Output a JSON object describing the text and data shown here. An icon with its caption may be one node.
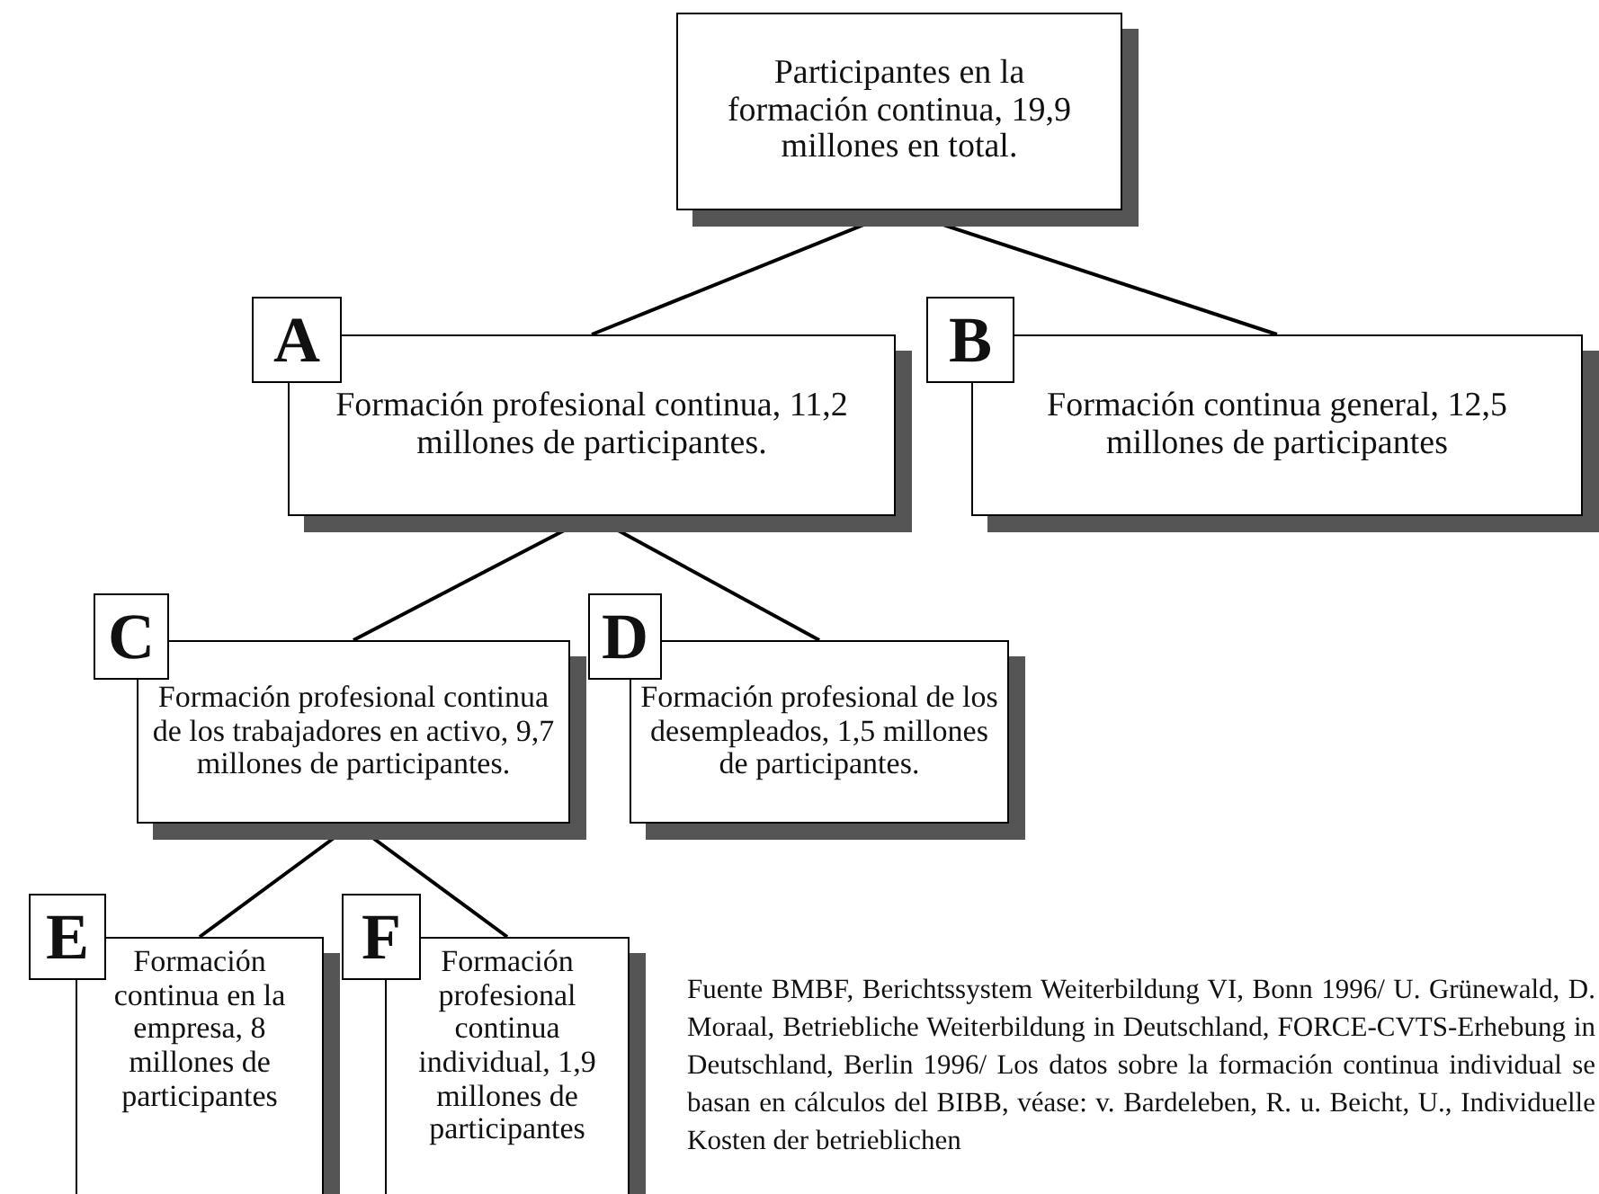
{
  "diagram": {
    "nodes": [
      {
        "text": [
          "Participantes en la formación continua, 19,9 millones en total."
        ]
      },
      {
        "text": [
          "A"
        ]
      },
      {
        "text": [
          "Formación profesional continua, 11,2 millones de participantes."
        ]
      },
      {
        "text": [
          "B"
        ]
      },
      {
        "text": [
          "Formación continua general, 12,5 millones de participantes"
        ]
      },
      {
        "text": [
          "C"
        ]
      },
      {
        "text": [
          "Formación profesional continua de los trabajadores en activo, 9,7 millones de participantes."
        ]
      },
      {
        "text": [
          "D"
        ]
      },
      {
        "text": [
          "Formación profesional de los desempleados, 1,5 millones de participantes."
        ]
      },
      {
        "text": [
          "E"
        ]
      },
      {
        "text": [
          "Formación continua en la empresa, 8 millones de participantes"
        ]
      },
      {
        "text": [
          "F"
        ]
      },
      {
        "text": [
          "Formación profesional continua individual, 1,9 millones de participantes"
        ]
      }
    ],
    "edges": [
      {
        "from": 0,
        "to": 2,
        "arrow": "none"
      },
      {
        "from": 0,
        "to": 4,
        "arrow": "none"
      },
      {
        "from": 2,
        "to": 6,
        "arrow": "none"
      },
      {
        "from": 2,
        "to": 8,
        "arrow": "none"
      },
      {
        "from": 6,
        "to": 10,
        "arrow": "none"
      },
      {
        "from": 6,
        "to": 12,
        "arrow": "none"
      }
    ],
    "labels": [
      "Fuente BMBF, Berichtssystem Weiterbildung VI, Bonn 1996/ U. Grünewald, D. Moraal, Betriebliche Weiterbildung in Deutschland, FORCE-CVTS-Erhebung in Deutschland, Berlin 1996/ Los datos sobre la formación continua individual se basan en cálculos del BIBB, véase: v. Bardeleben, R. u. Beicht, U., Individuelle Kosten der betrieblichen"
    ]
  }
}
